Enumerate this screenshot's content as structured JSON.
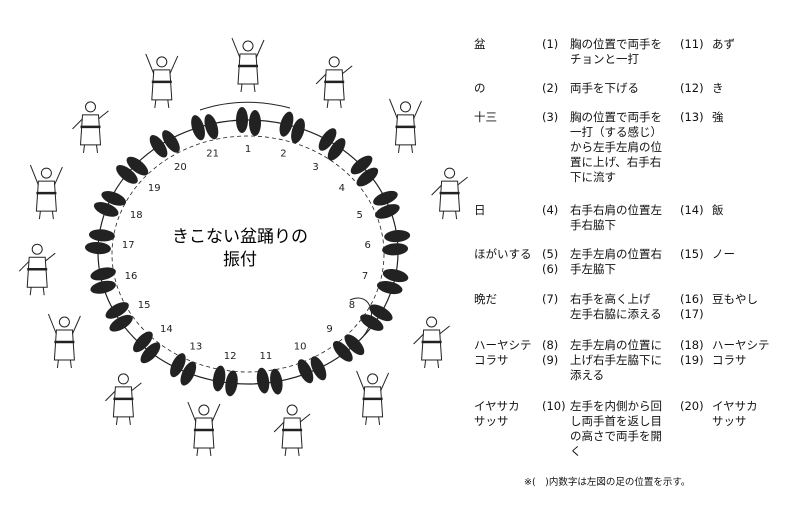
{
  "diagram": {
    "title_lines": [
      "きこない盆踊りの",
      "振付"
    ],
    "step_numbers": [
      "1",
      "2",
      "3",
      "4",
      "5",
      "6",
      "7",
      "8",
      "9",
      "10",
      "11",
      "12",
      "13",
      "14",
      "15",
      "16",
      "17",
      "18",
      "19",
      "20",
      "21"
    ],
    "ink_color": "#222222"
  },
  "table": {
    "rows": [
      {
        "lyric": "盆",
        "num1": "(1)",
        "move": "胸の位置で両手を\nチョンと一打",
        "num2": "(11)",
        "lyric2": "あず"
      },
      {
        "lyric": "の",
        "num1": "(2)",
        "move": "両手を下げる",
        "num2": "(12)",
        "lyric2": "き"
      },
      {
        "lyric": "十三",
        "num1": "(3)",
        "move": "胸の位置で両手を\n一打（する感じ）\nから左手左肩の位\n置に上げ、右手右\n下に流す",
        "num2": "(13)",
        "lyric2": "強"
      },
      {
        "lyric": "日",
        "num1": "(4)",
        "move": "右手右肩の位置左\n手右脇下",
        "num2": "(14)",
        "lyric2": "飯"
      },
      {
        "lyric": "ほがいする",
        "num1": "(5)\n(6)",
        "move": "左手左肩の位置右\n手左脇下",
        "num2": "(15)",
        "lyric2": "ノー"
      },
      {
        "lyric": "晩だ",
        "num1": "(7)",
        "move": "右手を高く上げ\n左手右脇に添える",
        "num2": "(16)\n(17)",
        "lyric2": "豆もやし"
      },
      {
        "lyric": "ハーヤシテ\nコラサ",
        "num1": "(8)\n(9)",
        "move": "左手左肩の位置に\n上げ右手左脇下に\n添える",
        "num2": "(18)\n(19)",
        "lyric2": "ハーヤシテ\nコラサ"
      },
      {
        "lyric": "イヤサカ\nサッサ",
        "num1": "(10)",
        "move": "左手を内側から回\nし両手首を返し目\nの高さで両手を開\nく",
        "num2": "(20)",
        "lyric2": "イヤサカ\nサッサ"
      }
    ],
    "footnote": "※(　)内数字は左図の足の位置を示す。"
  }
}
